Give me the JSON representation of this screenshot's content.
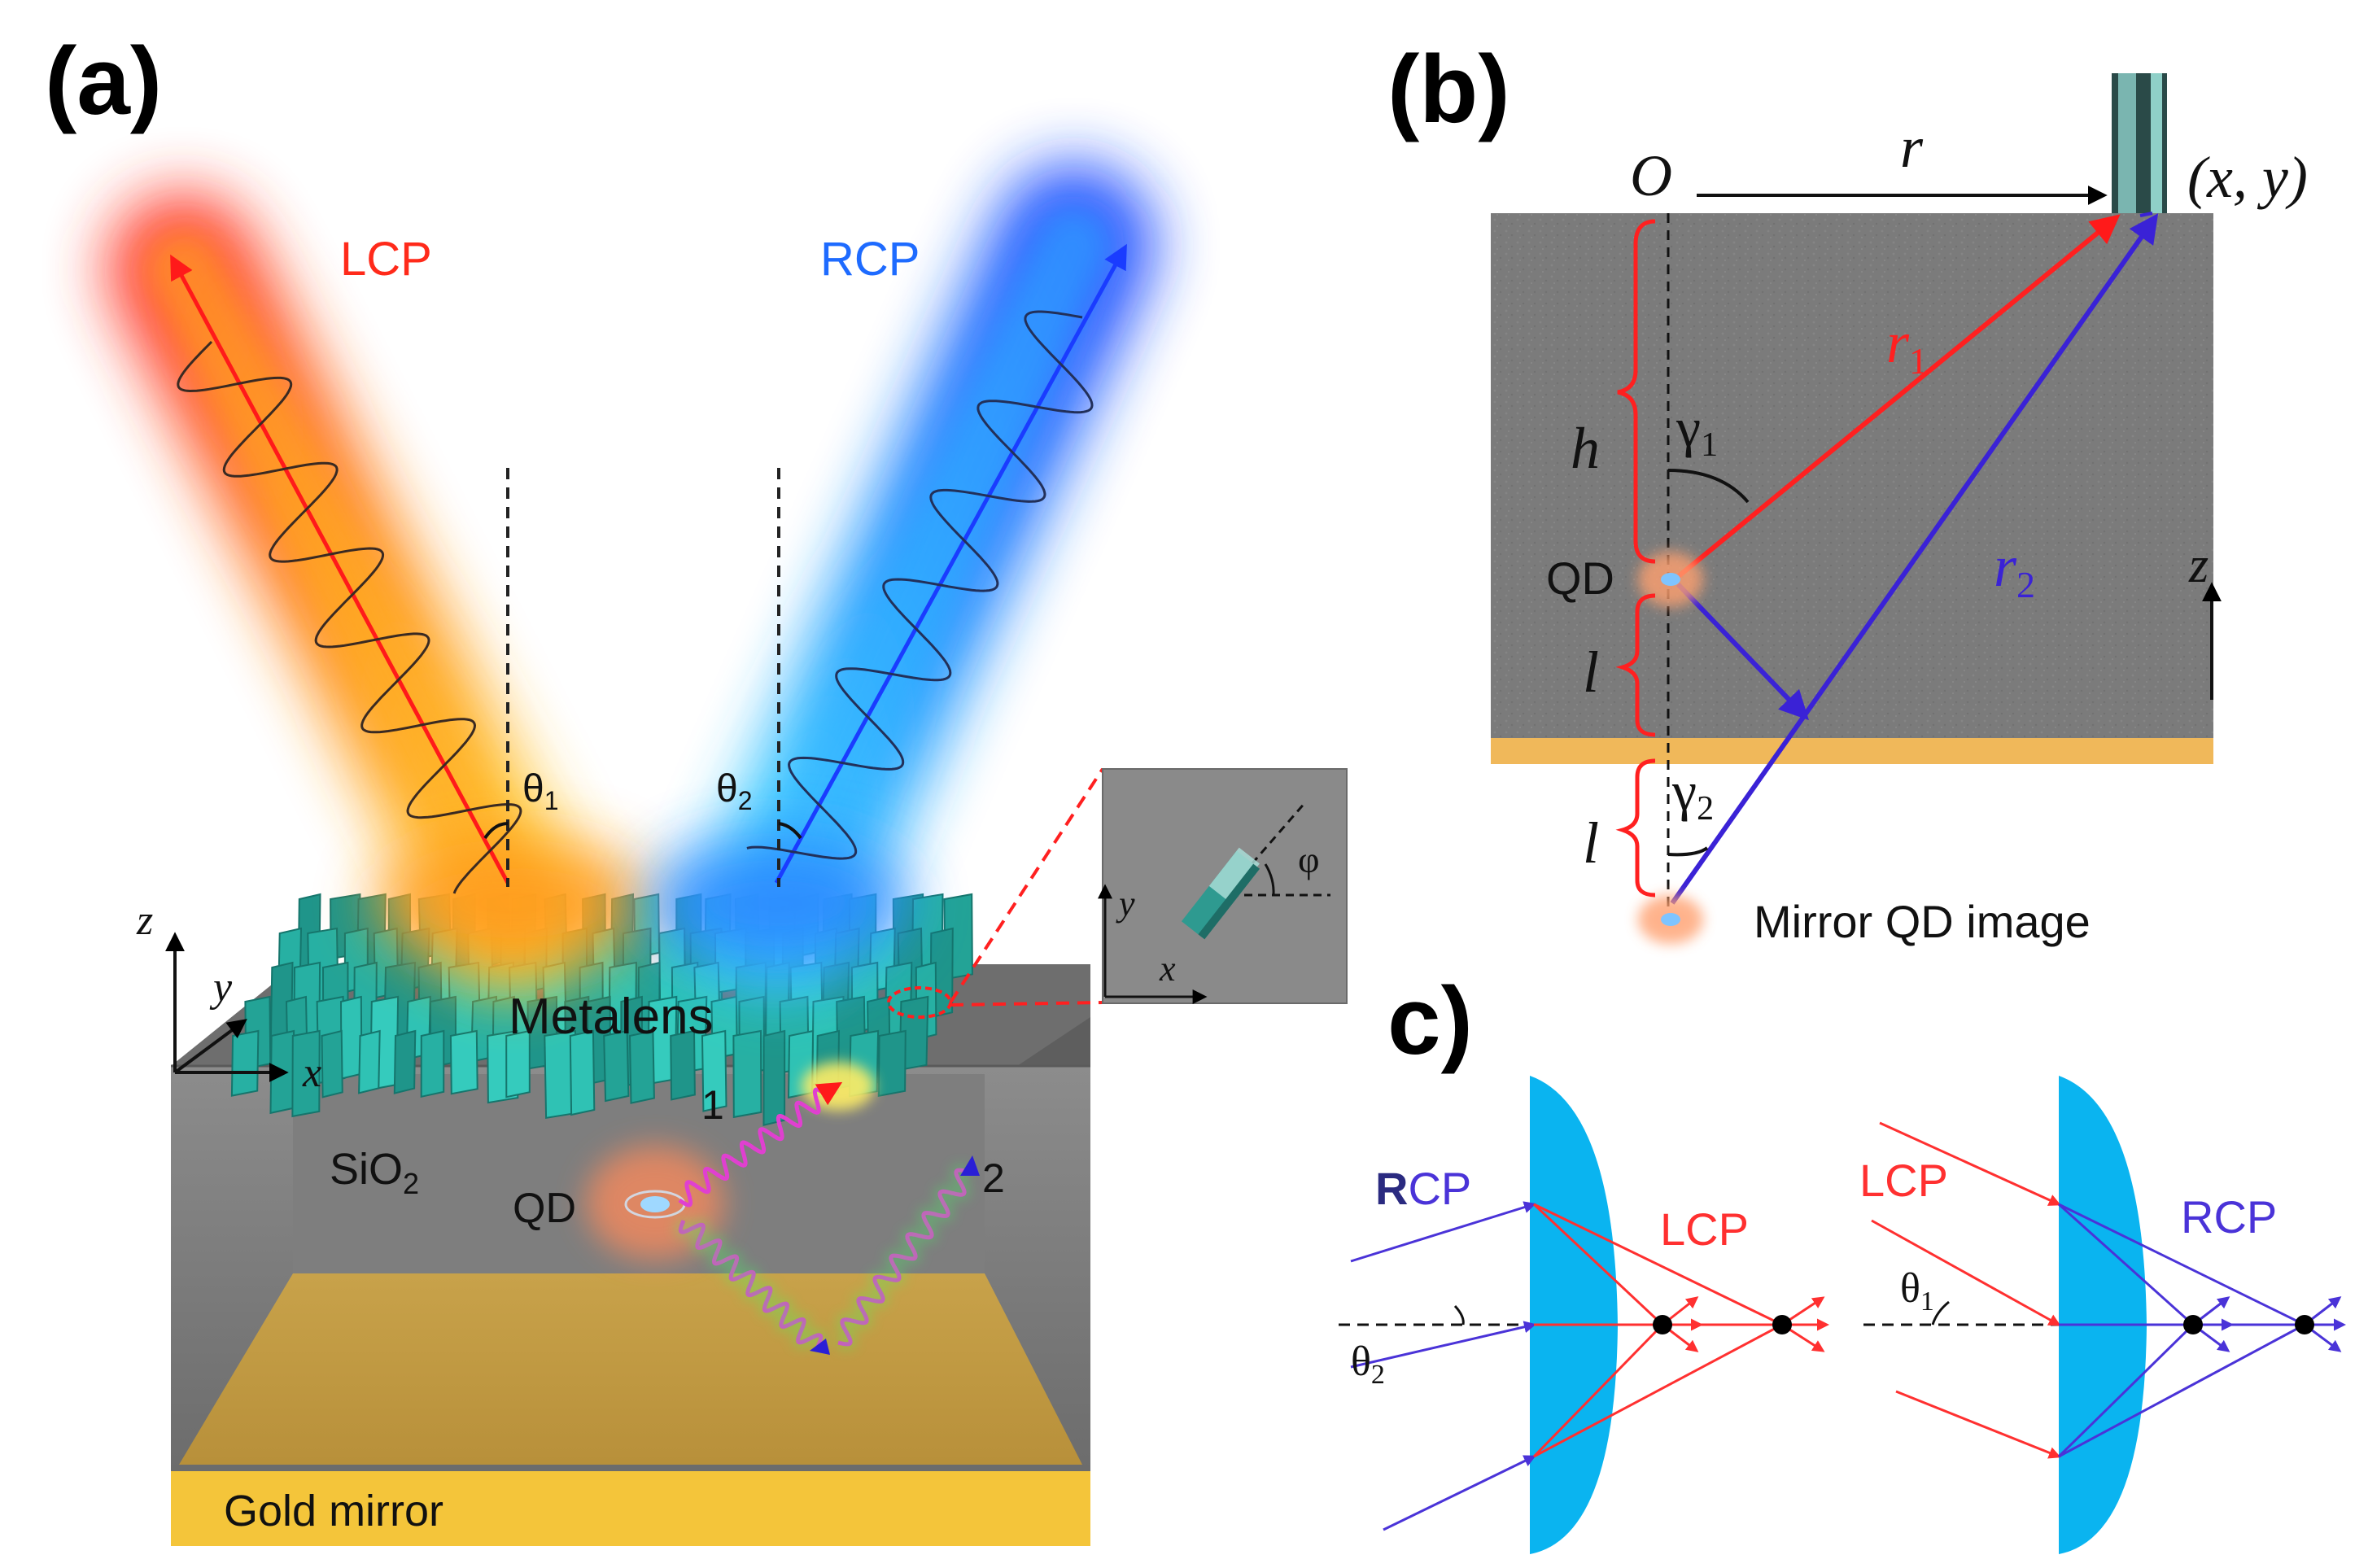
{
  "panel_a": {
    "label": "(a)",
    "beam_left": "LCP",
    "beam_right": "RCP",
    "theta1": "θ",
    "theta1_sub": "1",
    "theta2": "θ",
    "theta2_sub": "2",
    "axis_z": "z",
    "axis_y": "y",
    "axis_x": "x",
    "metalens": "Metalens",
    "sio2_main": "SiO",
    "sio2_sub": "2",
    "qd": "QD",
    "path1": "1",
    "path2": "2",
    "gold": "Gold mirror",
    "inset_phi": "φ",
    "inset_y": "y",
    "inset_x": "x",
    "colors": {
      "lcp": "#ff2a1a",
      "rcp": "#1e6bff",
      "metal": "#2bb5a8",
      "substrate": "#8a8a8a",
      "gold": "#f4c53a"
    }
  },
  "panel_b": {
    "label": "(b)",
    "origin": "O",
    "r": "r",
    "coord": "(x, y)",
    "r1": "r",
    "r1_sub": "1",
    "r2": "r",
    "r2_sub": "2",
    "h": "h",
    "gamma1": "γ",
    "gamma1_sub": "1",
    "gamma2": "γ",
    "gamma2_sub": "2",
    "qd": "QD",
    "l_top": "l",
    "l_bottom": "l",
    "z": "z",
    "mirror_image": "Mirror QD image",
    "colors": {
      "r1": "#ff2020",
      "r2": "#3a22d6",
      "slab": "#7d7d7d",
      "gold": "#f0b85a"
    }
  },
  "panel_c": {
    "label": "c)",
    "left": {
      "in_bold": "R",
      "in_rest": "CP",
      "out": "LCP",
      "theta": "θ",
      "theta_sub": "2"
    },
    "right": {
      "in": "LCP",
      "out": "RCP",
      "theta": "θ",
      "theta_sub": "1"
    },
    "colors": {
      "lens": "#0ab4f0",
      "rcp": "#4a33d8",
      "lcp": "#ff3030"
    }
  }
}
